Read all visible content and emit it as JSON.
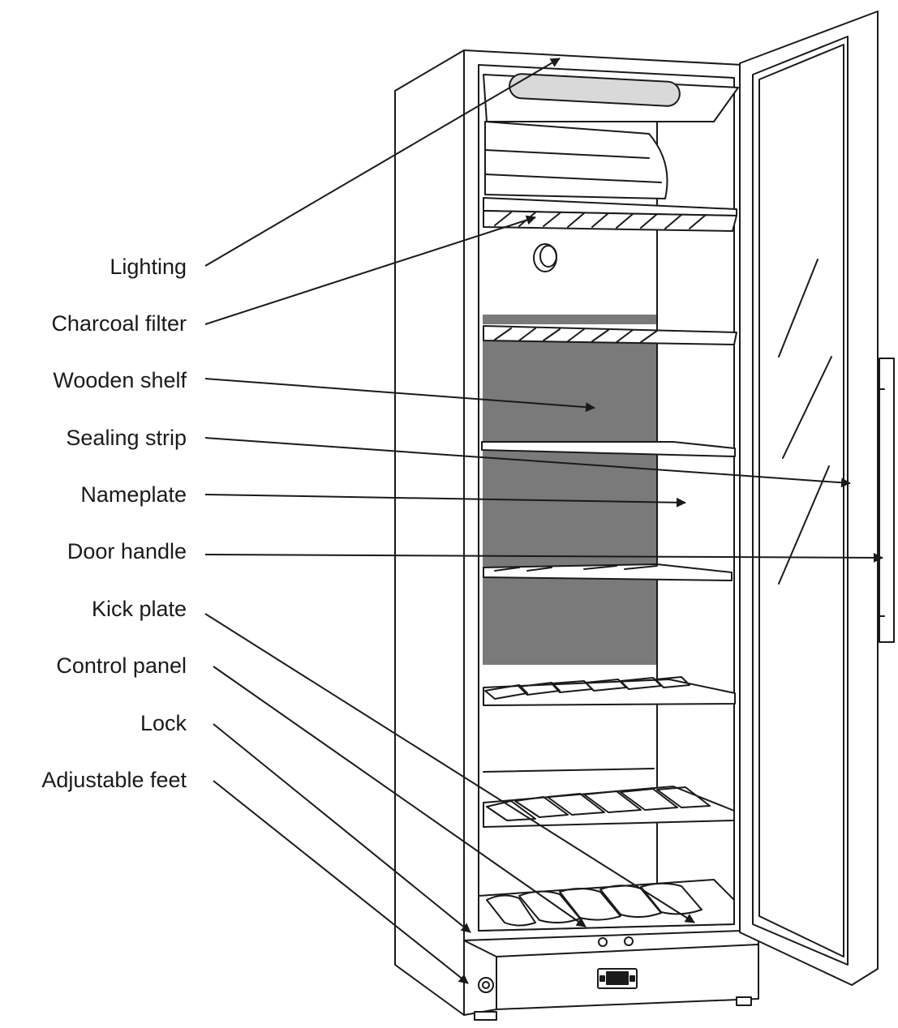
{
  "labels": {
    "lighting": "Lighting",
    "charcoal_filter": "Charcoal filter",
    "wooden_shelf": "Wooden shelf",
    "sealing_strip": "Sealing strip",
    "nameplate": "Nameplate",
    "door_handle": "Door handle",
    "kick_plate": "Kick plate",
    "control_panel": "Control panel",
    "lock": "Lock",
    "adjustable_feet": "Adjustable feet"
  },
  "colors": {
    "line": "#1a1a1a",
    "back_panel": "#7a7a7a",
    "light_bar": "#d9d9d9"
  }
}
